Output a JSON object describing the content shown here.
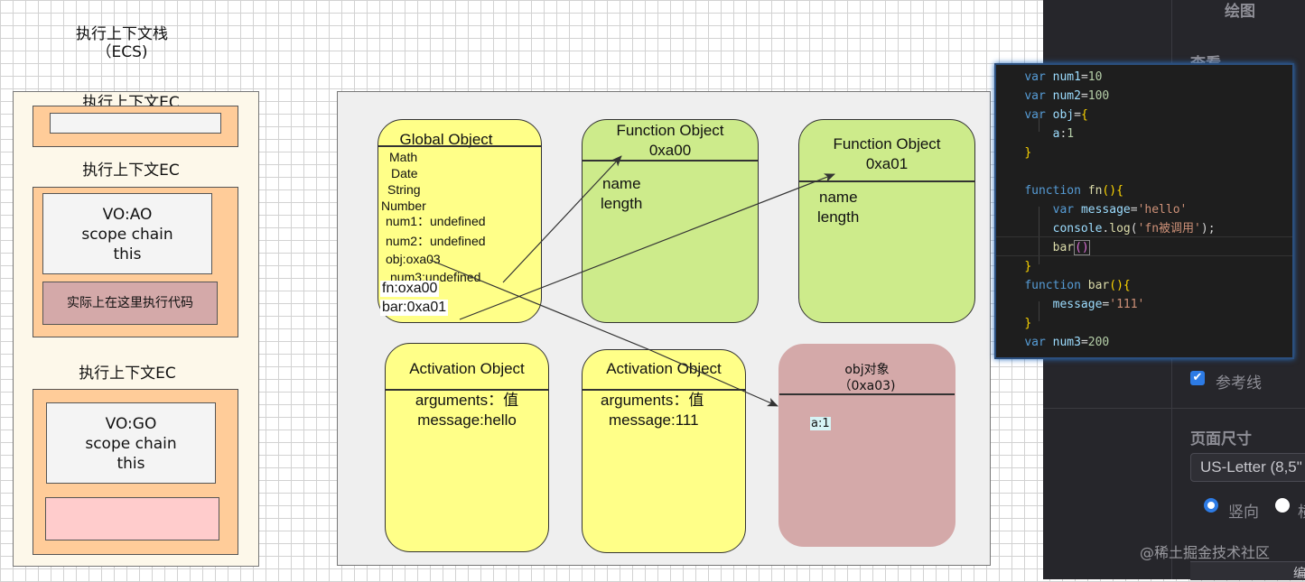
{
  "stack": {
    "title_line1": "执行上下文栈",
    "title_line2": "（ECS)",
    "ec_label_1": "执行上下文EC",
    "ec_label_2": "执行上下文EC",
    "ec_label_3": "执行上下文EC",
    "vo_ao": "VO:AO",
    "scope_chain_1": "scope chain",
    "this_1": "this",
    "exec_code": "实际上在这里执行代码",
    "vo_go": "VO:GO",
    "scope_chain_2": "scope chain",
    "this_2": "this"
  },
  "heap": {
    "global_object": {
      "title": "Global Object",
      "items": [
        "Math",
        "Date",
        "String",
        "Number",
        "num1：undefined",
        "num2：undefined",
        "obj:oxa03",
        "num3:undefined"
      ],
      "fn": "fn:oxa00",
      "bar": "bar:0xa01"
    },
    "function_object_1": {
      "title": "Function Object",
      "address": "0xa00",
      "name": "name",
      "length": "length"
    },
    "function_object_2": {
      "title": "Function Object",
      "address": "0xa01",
      "name": "name",
      "length": "length"
    },
    "activation_object_1": {
      "title": "Activation Object",
      "arguments": "arguments：值",
      "message": "message:hello"
    },
    "activation_object_2": {
      "title": "Activation Object",
      "arguments": "arguments：值",
      "message": "message:111"
    },
    "obj_object": {
      "title": "obj对象",
      "address": "（0xa03)",
      "prop": "a:1"
    }
  },
  "side_panel": {
    "heading": "绘图",
    "view": "查看",
    "guides_label": "参考线",
    "guides_checked": true,
    "page_size_label": "页面尺寸",
    "page_size_value": "US-Letter (8,5\"",
    "portrait_label": "竖向",
    "landscape_label": "横",
    "watermark": "@稀土掘金技术社区",
    "bottom_btn": "编"
  },
  "colors": {
    "yellow_box": "#ffff88",
    "green_box": "#cdeb8b",
    "rose_box": "#d4a9a9",
    "orange_box": "#ffcc99",
    "stack_frame": "#fdf8ea",
    "exec_code_box": "#d4a9a9",
    "pink_box": "#ffcccc",
    "code_bg": "#1e1e1e",
    "panel_bg": "#26262b"
  }
}
